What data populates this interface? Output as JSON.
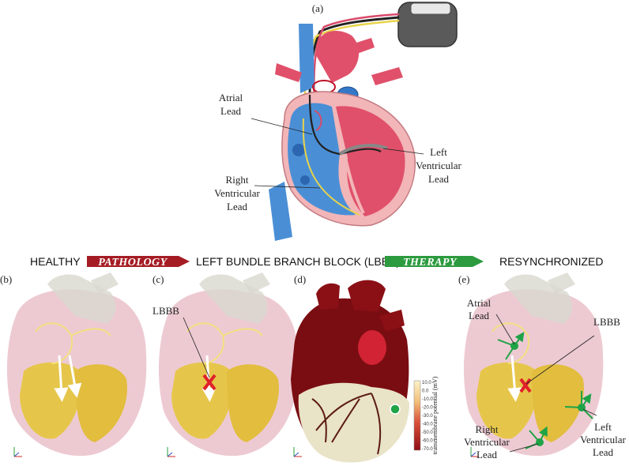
{
  "panels": {
    "a": "(a)",
    "b": "(b)",
    "c": "(c)",
    "d": "(d)",
    "e": "(e)"
  },
  "labels_a": {
    "atrial_1": "Atrial",
    "atrial_2": "Lead",
    "lv_1": "Left",
    "lv_2": "Ventricular",
    "lv_3": "Lead",
    "rv_1": "Right",
    "rv_2": "Ventricular",
    "rv_3": "Lead"
  },
  "banner": {
    "healthy": "HEALTHY",
    "pathology": "PATHOLOGY",
    "lbbb_full": "LEFT BUNDLE BRANCH BLOCK (LBBB)",
    "therapy": "THERAPY",
    "resync": "RESYNCHRONIZED"
  },
  "label_c": "LBBB",
  "colorbar": {
    "title": "transmembrane potential (mV)",
    "ticks": [
      "10.0",
      "0.0",
      "-10.0",
      "-20.0",
      "-30.0",
      "-40.0",
      "-50.0",
      "-60.0",
      "-70.0"
    ],
    "max": 10,
    "min": -70
  },
  "labels_e": {
    "atrial_1": "Atrial",
    "atrial_2": "Lead",
    "lbbb": "LBBB",
    "lv_1": "Left",
    "lv_2": "Ventricular",
    "lv_3": "Lead",
    "rv_1": "Right",
    "rv_2": "Ventricular",
    "rv_3": "Lead"
  },
  "colors": {
    "pathology": "#a51c24",
    "therapy": "#2c9a3e",
    "lead_green": "#1fa347",
    "block_red": "#e0202a",
    "myocardium_dark": "#7a0d12"
  }
}
